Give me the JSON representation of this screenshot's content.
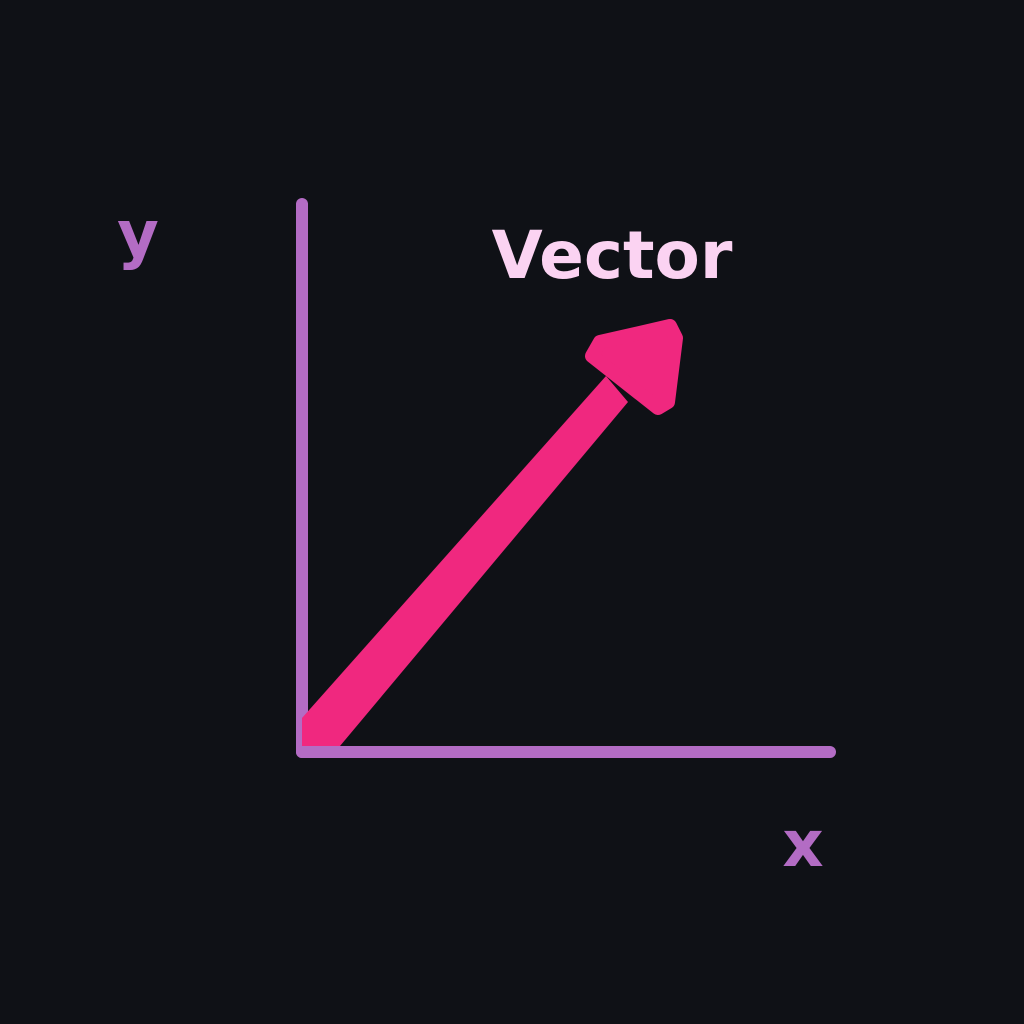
{
  "diagram": {
    "title": "Vector",
    "y_axis_label": "y",
    "x_axis_label": "x"
  },
  "colors": {
    "background": "#0f1116",
    "axis": "#b36cc4",
    "vector": "#f0287f",
    "title": "#fbd3f2"
  },
  "icons": {
    "vector_head": "arrow-head-icon"
  }
}
